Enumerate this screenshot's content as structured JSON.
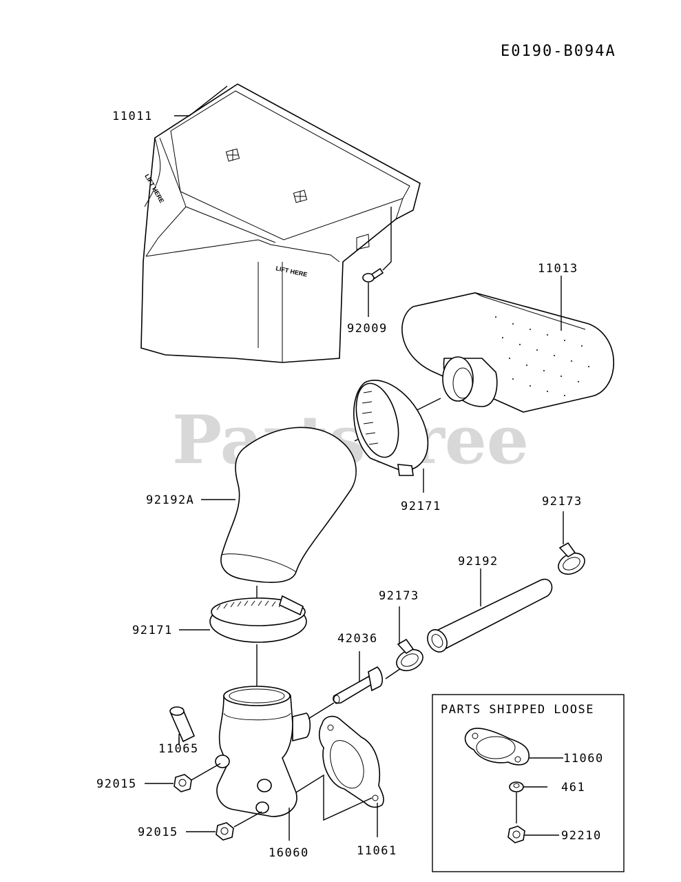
{
  "diagram_code": "E0190-B094A",
  "watermark": "PartsTree",
  "box_title": "PARTS SHIPPED LOOSE",
  "housing_text": "LIFT HERE",
  "callouts": {
    "p11011": "11011",
    "p11013": "11013",
    "p92009": "92009",
    "p92192A": "92192A",
    "p92171_top": "92171",
    "p92173_right": "92173",
    "p92192": "92192",
    "p92173_mid": "92173",
    "p42036": "42036",
    "p92171_bottom": "92171",
    "p11065": "11065",
    "p92015_top": "92015",
    "p92015_bottom": "92015",
    "p16060": "16060",
    "p11061": "11061",
    "p11060": "11060",
    "p461": "461",
    "p92210": "92210"
  }
}
